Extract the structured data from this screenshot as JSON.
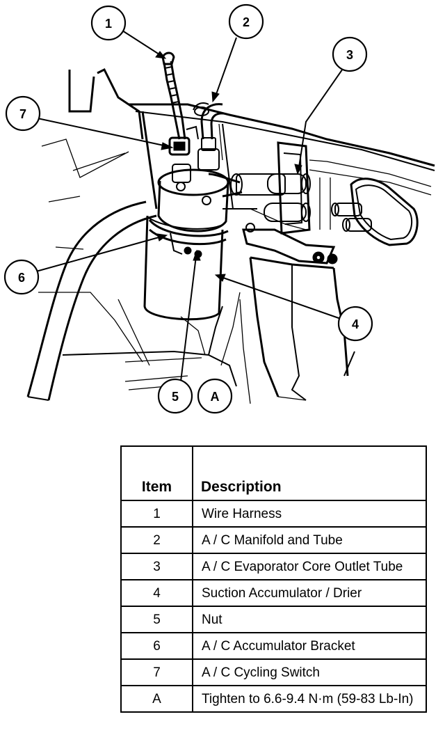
{
  "callouts": {
    "c1": "1",
    "c2": "2",
    "c3": "3",
    "c4": "4",
    "c5": "5",
    "c6": "6",
    "c7": "7",
    "cA": "A"
  },
  "legend": {
    "header_item": "Item",
    "header_description": "Description",
    "rows": [
      {
        "item": "1",
        "description": "Wire Harness"
      },
      {
        "item": "2",
        "description": "A / C Manifold and Tube"
      },
      {
        "item": "3",
        "description": "A / C Evaporator Core Outlet Tube"
      },
      {
        "item": "4",
        "description": "Suction Accumulator / Drier"
      },
      {
        "item": "5",
        "description": "Nut"
      },
      {
        "item": "6",
        "description": "A / C Accumulator Bracket"
      },
      {
        "item": "7",
        "description": "A / C Cycling Switch"
      },
      {
        "item": "A",
        "description": "Tighten to 6.6-9.4 N·m (59-83 Lb-In)"
      }
    ]
  }
}
